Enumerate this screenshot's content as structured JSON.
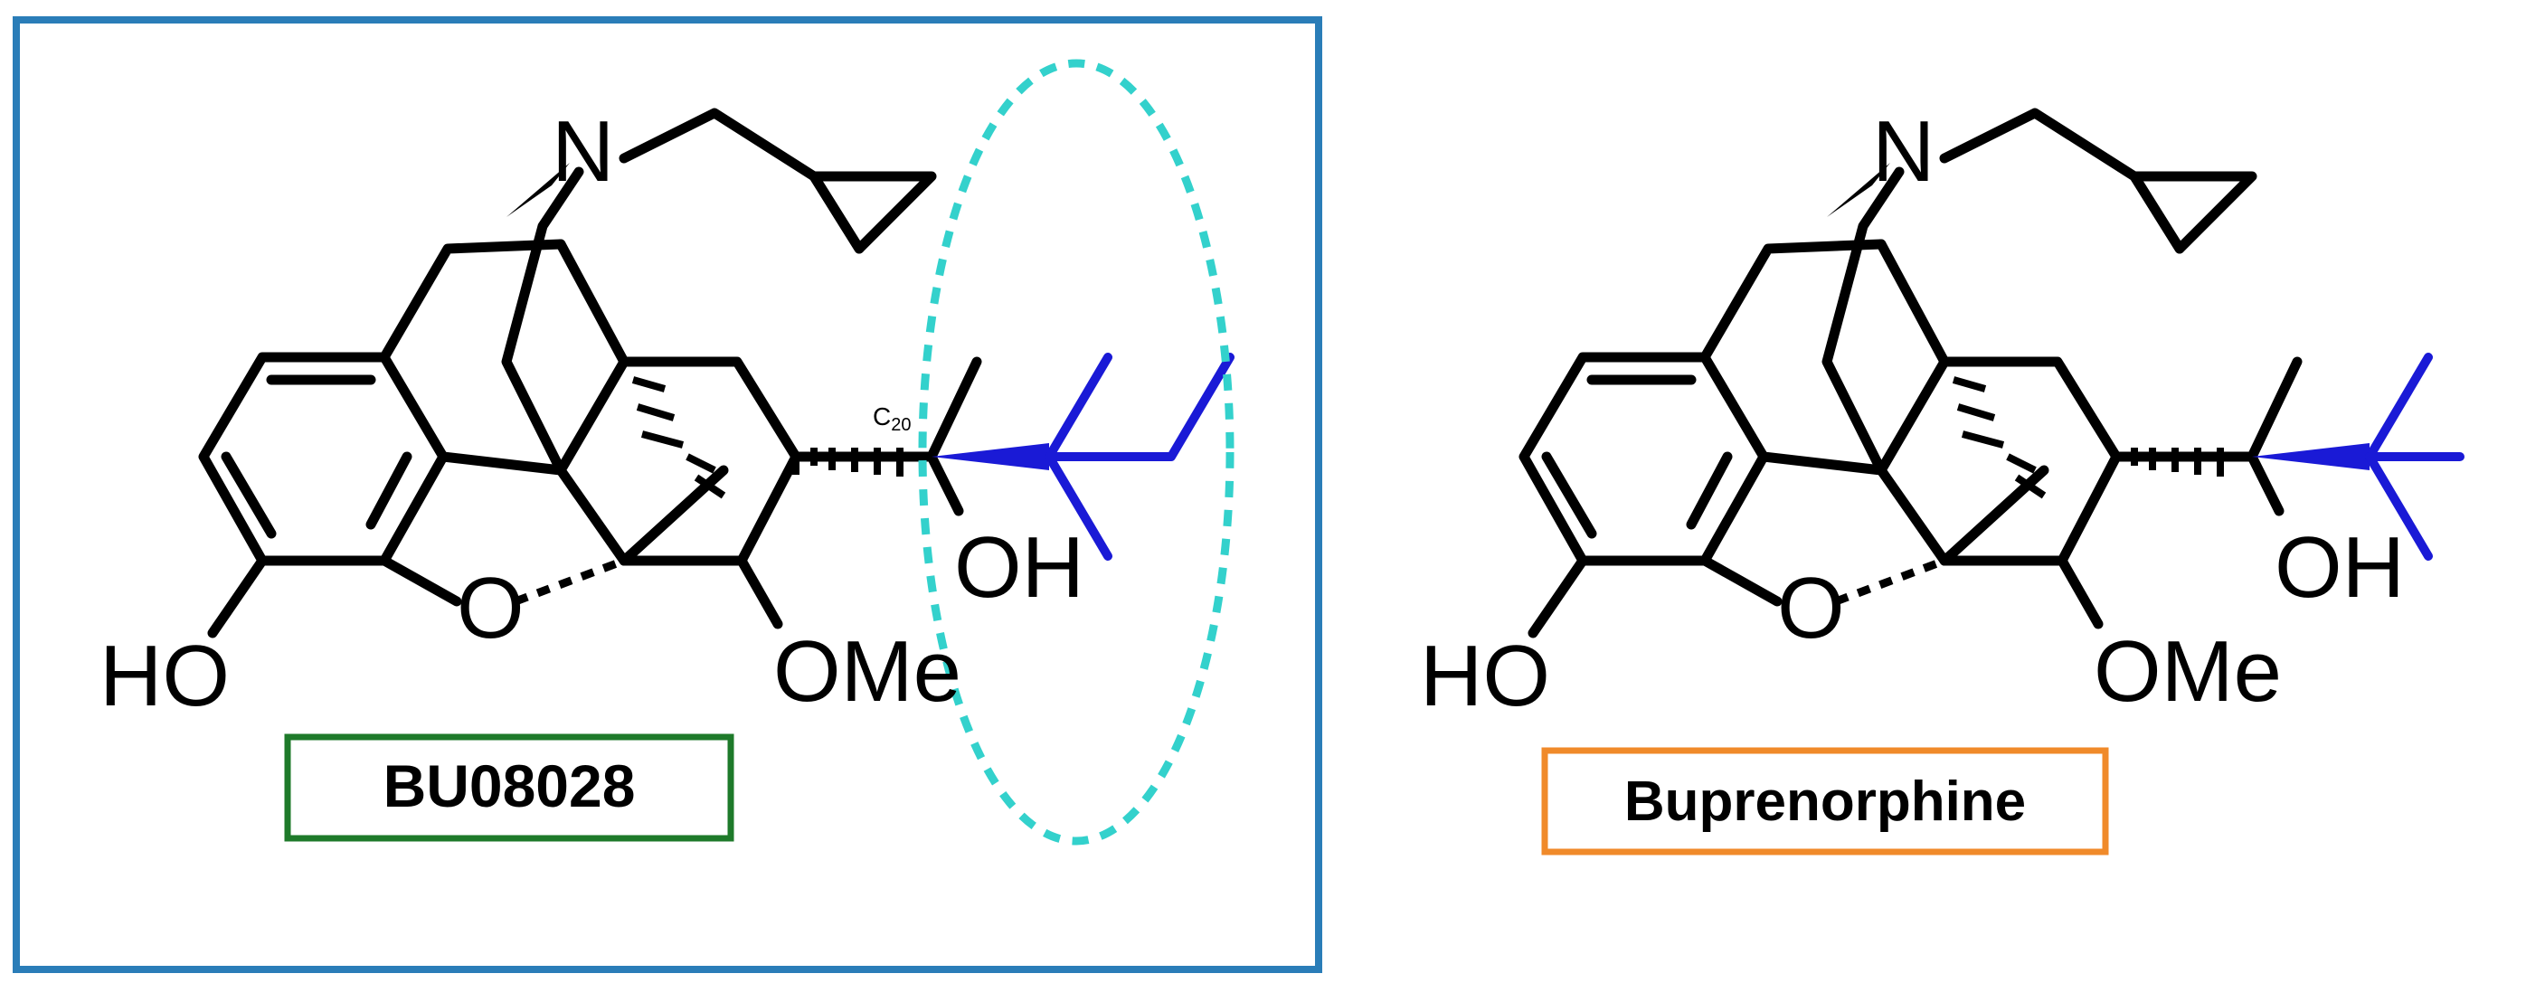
{
  "colors": {
    "panel_border": "#2a7db8",
    "highlight_ellipse": "#33d1cc",
    "label1_border": "#1e7a2a",
    "label2_border": "#f08a2a",
    "substituent": "#1a1ad6",
    "bond": "#000000"
  },
  "molecules": [
    {
      "label": "BU08028",
      "atoms": {
        "n": "N",
        "ho": "HO",
        "o": "O",
        "ome": "OMe",
        "oh": "OH",
        "c20": "C",
        "c20_sub": "20"
      }
    },
    {
      "label": "Buprenorphine",
      "atoms": {
        "n": "N",
        "ho": "HO",
        "o": "O",
        "ome": "OMe",
        "oh": "OH"
      }
    }
  ]
}
